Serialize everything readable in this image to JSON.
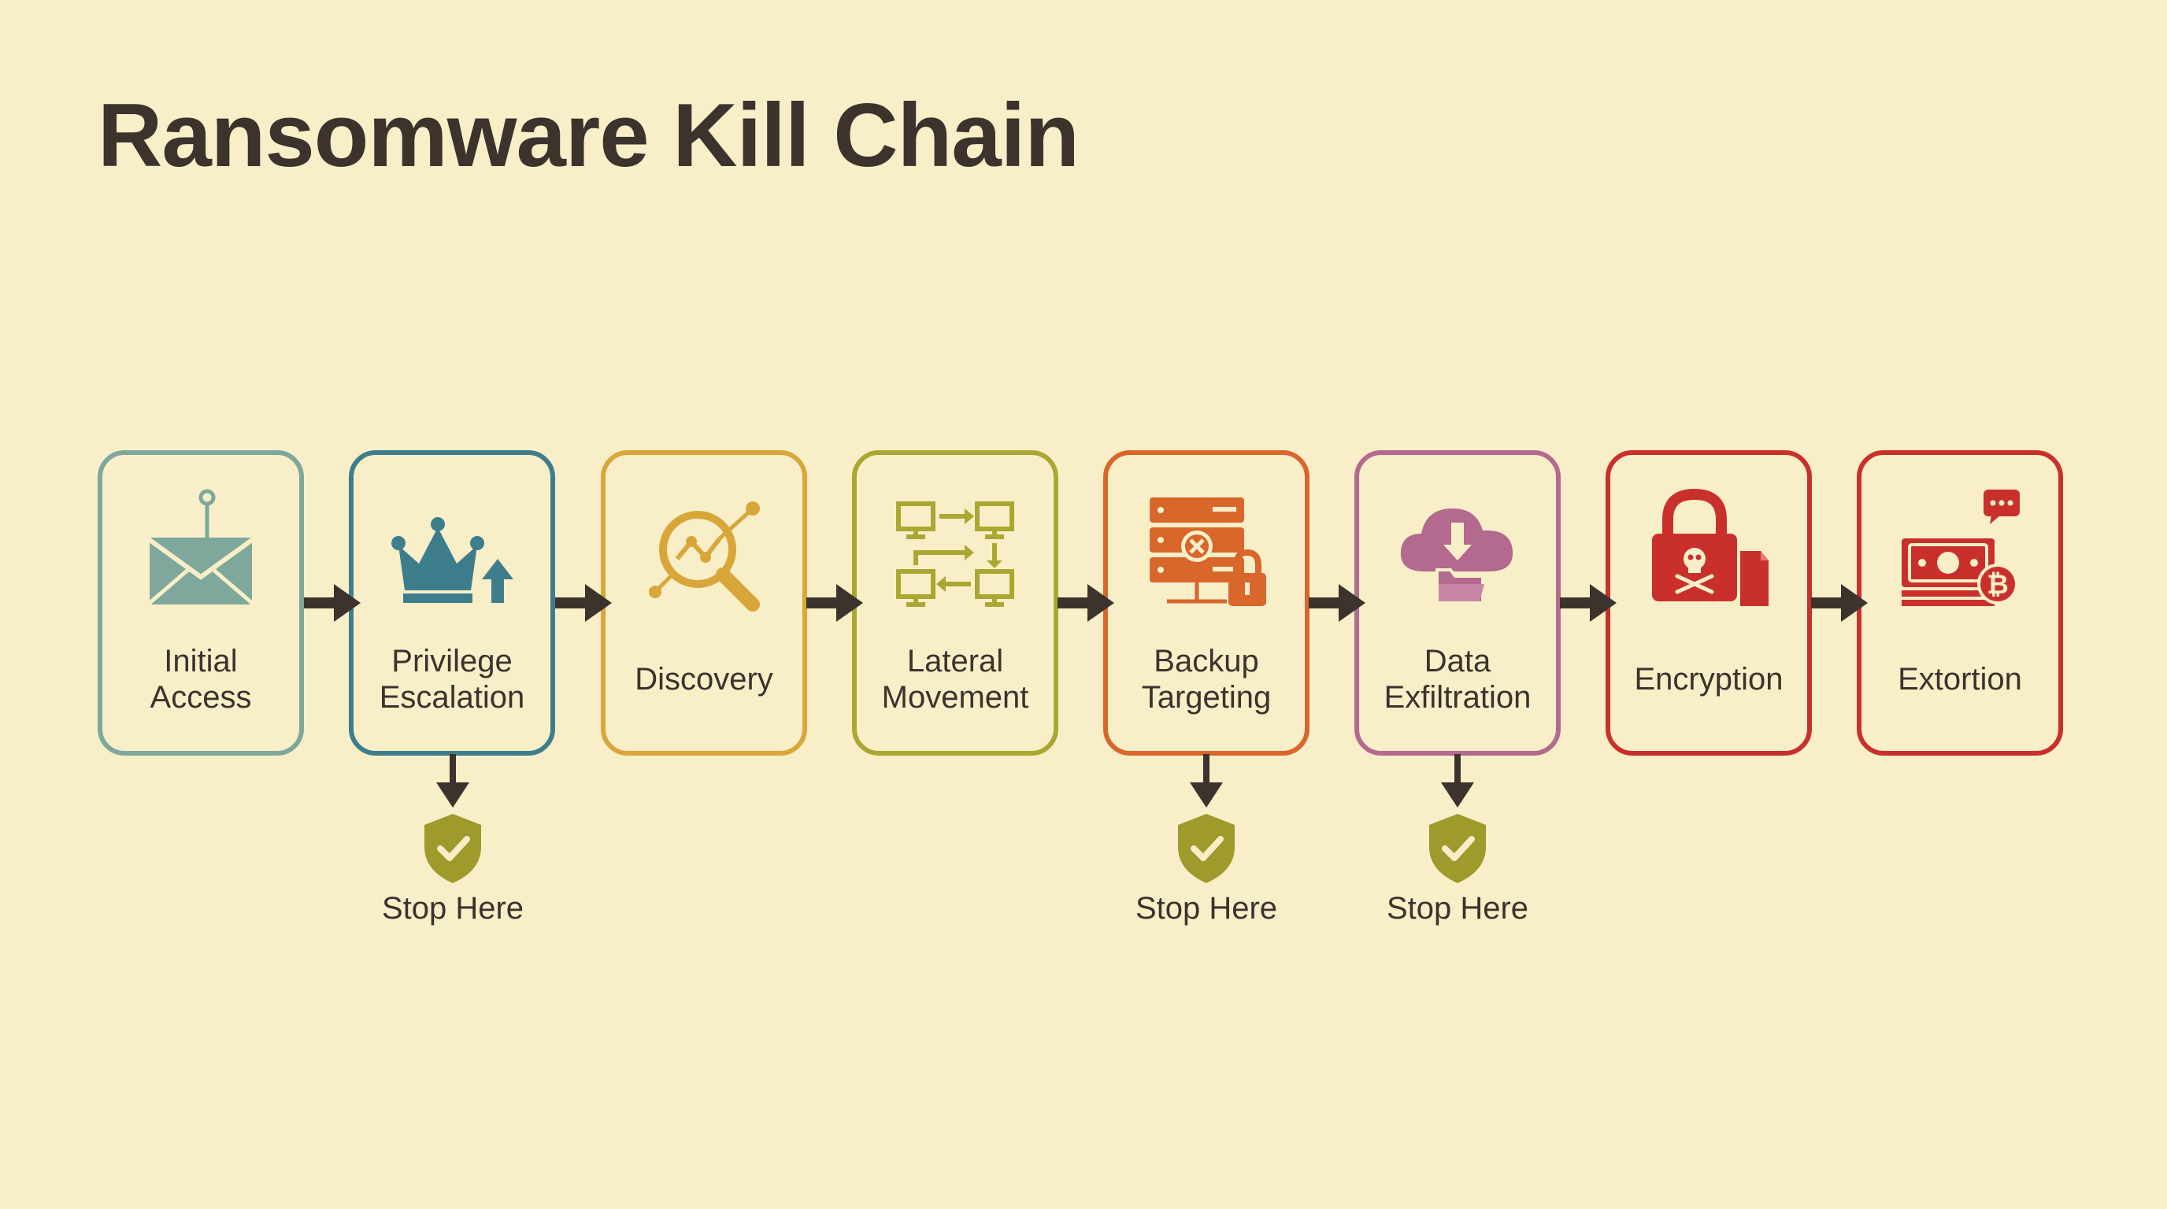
{
  "title": "Ransomware Kill Chain",
  "stages": [
    {
      "label": "Initial Access",
      "icon": "phishing-envelope-icon",
      "color": "#7fa89c"
    },
    {
      "label": "Privilege Escalation",
      "icon": "crown-up-arrow-icon",
      "color": "#3e7d8c"
    },
    {
      "label": "Discovery",
      "icon": "magnifier-network-icon",
      "color": "#d9a63a"
    },
    {
      "label": "Lateral Movement",
      "icon": "network-computers-icon",
      "color": "#a8a832"
    },
    {
      "label": "Backup Targeting",
      "icon": "server-lock-icon",
      "color": "#d9662a"
    },
    {
      "label": "Data Exfiltration",
      "icon": "cloud-download-folder-icon",
      "color": "#b4698e"
    },
    {
      "label": "Encryption",
      "icon": "padlock-skull-icon",
      "color": "#c9302c"
    },
    {
      "label": "Extortion",
      "icon": "cash-bitcoin-message-icon",
      "color": "#c9302c"
    }
  ],
  "stop_points": [
    {
      "label": "Stop Here"
    },
    {
      "label": "Stop Here"
    },
    {
      "label": "Stop Here"
    }
  ],
  "colors": {
    "background": "#f8efc9",
    "text": "#3b332c",
    "arrow": "#3b332c",
    "shield": "#9e9a2c"
  }
}
